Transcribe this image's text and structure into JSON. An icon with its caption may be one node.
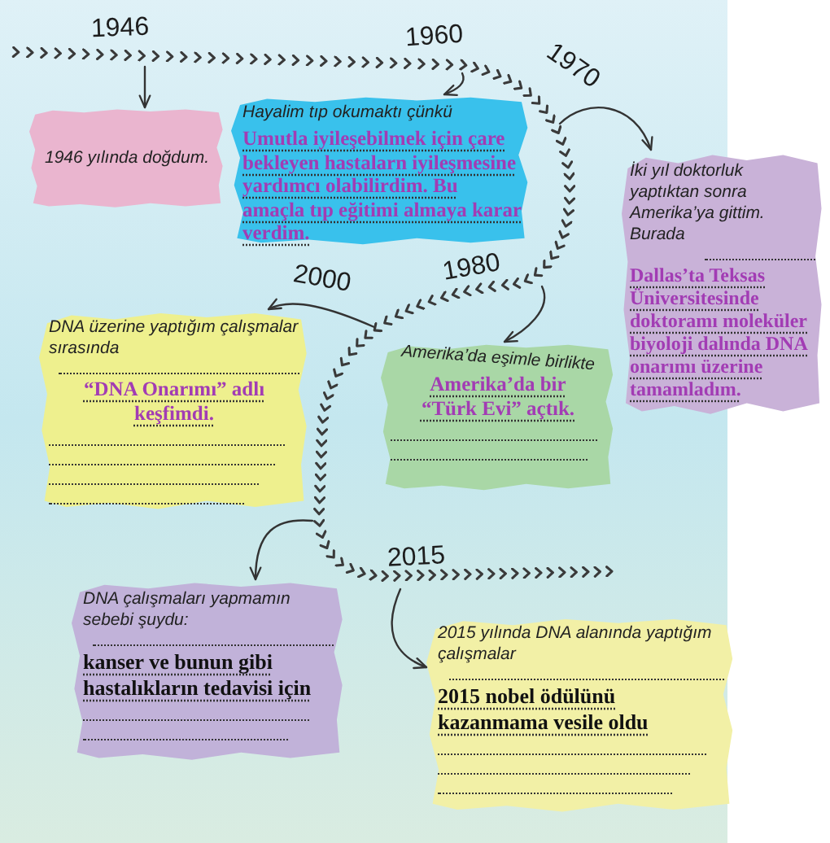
{
  "diagram": {
    "nodes": [
      {
        "text": [
          "1946 yılında doğdum."
        ]
      },
      {
        "text": [
          "Hayalim tıp okumaktı çünkü",
          "Umutla iyileşebilmek için çare bekleyen hastalarn iyileşmesine yardımcı olabilirdim. Bu amaçla tıp eğitimi almaya karar verdim."
        ]
      },
      {
        "text": [
          "İki yıl doktorluk yaptıktan sonra Amerika’ya gittim. Burada",
          "Dallas’ta Teksas Üniversitesinde doktoramı moleküler biyoloji dalında DNA onarımı üzerine tamamladım."
        ]
      },
      {
        "text": [
          "DNA üzerine yaptığım çalışmalar sırasında",
          "“DNA Onarımı” adlı keşfimdi."
        ]
      },
      {
        "text": [
          "Amerika’da eşimle birlikte",
          "Amerika’da bir “Türk Evi” açtık."
        ]
      },
      {
        "text": [
          "DNA çalışmaları yapmamın sebebi şuydu:",
          "kanser ve bunun gibi hastalıkların tedavisi için"
        ]
      },
      {
        "text": [
          "2015 yılında DNA alanında yaptığım çalışmalar",
          "2015 nobel ödülünü kazanmama vesile oldu"
        ]
      }
    ],
    "edges": [
      {
        "from": null,
        "to": 0,
        "arrow": "to"
      },
      {
        "from": null,
        "to": 1,
        "arrow": "to"
      },
      {
        "from": null,
        "to": 2,
        "arrow": "to"
      },
      {
        "from": null,
        "to": 4,
        "arrow": "to"
      },
      {
        "from": null,
        "to": 3,
        "arrow": "to"
      },
      {
        "from": null,
        "to": 5,
        "arrow": "to"
      },
      {
        "from": null,
        "to": 6,
        "arrow": "to"
      }
    ],
    "labels": [
      "1946",
      "1960",
      "1970",
      "1980",
      "2000",
      "2015"
    ]
  }
}
